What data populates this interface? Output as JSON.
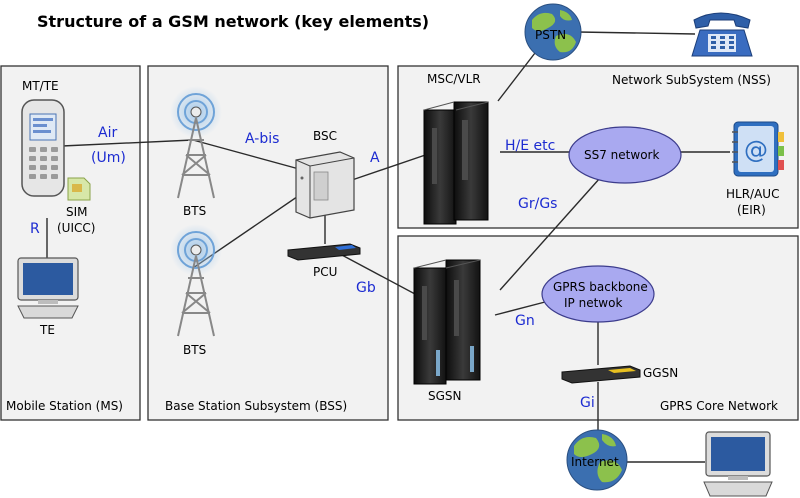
{
  "title": "Structure of a GSM network (key elements)",
  "regions": {
    "ms": "Mobile Station (MS)",
    "bss": "Base Station Subsystem (BSS)",
    "nss": "Network SubSystem (NSS)",
    "gprs": "GPRS Core Network"
  },
  "nodes": {
    "mt_te": "MT/TE",
    "sim_1": "SIM",
    "sim_2": "(UICC)",
    "te": "TE",
    "bts_1": "BTS",
    "bts_2": "BTS",
    "bsc": "BSC",
    "pcu": "PCU",
    "msc_vlr": "MSC/VLR",
    "pstn": "PSTN",
    "ss7": "SS7 network",
    "hlr_1": "HLR/AUC",
    "hlr_2": "(EIR)",
    "sgsn": "SGSN",
    "backbone_1": "GPRS backbone",
    "backbone_2": "IP netwok",
    "ggsn": "GGSN",
    "internet": "Internet"
  },
  "interfaces": {
    "air": "Air",
    "um": "(Um)",
    "r": "R",
    "abis": "A-bis",
    "a": "A",
    "he": "H/E etc",
    "gr_gs": "Gr/Gs",
    "gb": "Gb",
    "gn": "Gn",
    "gi": "Gi"
  },
  "colors": {
    "interface_label": "#1c2bd1",
    "cloud_fill": "#a9a9f0",
    "region_fill": "#f2f2f2",
    "server": "#1e1e1e",
    "globe_ocean": "#3b6fb0",
    "globe_land": "#8cc14c",
    "phone_blue": "#2f5fa8"
  }
}
